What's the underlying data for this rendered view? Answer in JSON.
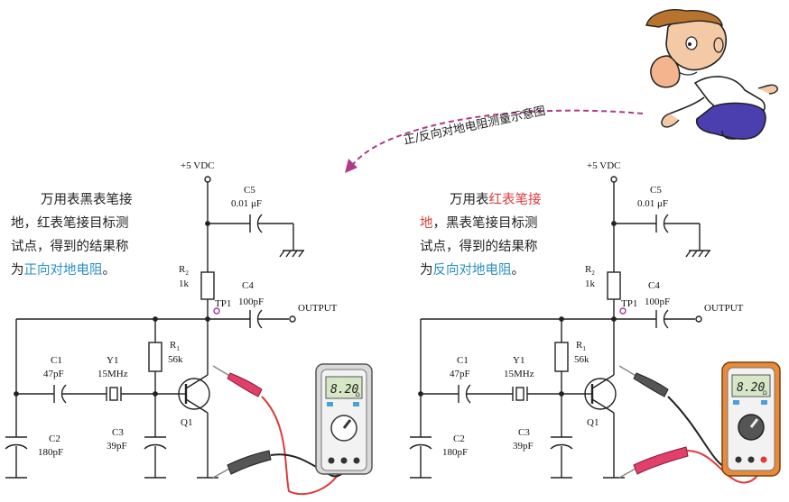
{
  "caption": "正/反向对地电阻测量示意图",
  "colors": {
    "wire": "#222222",
    "accent_blue": "#2a8fc0",
    "accent_red": "#e03a3a",
    "arrow": "#b03a8a",
    "probe_red": "#e0406a",
    "probe_black": "#444444",
    "meter_grey": "#d9d9d9",
    "meter_orange": "#e88a3a"
  },
  "left_text": {
    "line1": "万用表黑表笔接",
    "line2": "地，红表笔接目标测",
    "line3": "试点，得到的结果称",
    "line4_prefix": "为",
    "line4_highlight": "正向对地电阻",
    "line4_suffix": "。"
  },
  "right_text": {
    "line1_prefix": "万用表",
    "line1_highlight": "红表笔接",
    "line2_highlight": "地",
    "line2_rest": "，黑表笔接目标测",
    "line3": "试点，得到的结果称",
    "line4_prefix": "为",
    "line4_highlight": "反向对地电阻",
    "line4_suffix": "。"
  },
  "circuit_labels": {
    "supply": "+5  VDC",
    "c5_name": "C5",
    "c5_value": "0.01  μF",
    "r2_name": "R",
    "r2_sub": "2",
    "r2_value": "1k",
    "c4_name": "C4",
    "c4_value": "100pF",
    "tp1": "TP1",
    "output": "OUTPUT",
    "r1_name": "R",
    "r1_sub": "1",
    "r1_value": "56k",
    "c1_name": "C1",
    "c1_value": "47pF",
    "y1_name": "Y1",
    "y1_value": "15MHz",
    "c2_name": "C2",
    "c2_value": "180pF",
    "c3_name": "C3",
    "c3_value": "39pF",
    "q1_name": "Q1"
  },
  "meter_reading": "8.20",
  "meter_unit": "Ω",
  "icons": [
    "person-cartoon-icon",
    "multimeter-icon",
    "probe-icon",
    "ground-icon"
  ]
}
